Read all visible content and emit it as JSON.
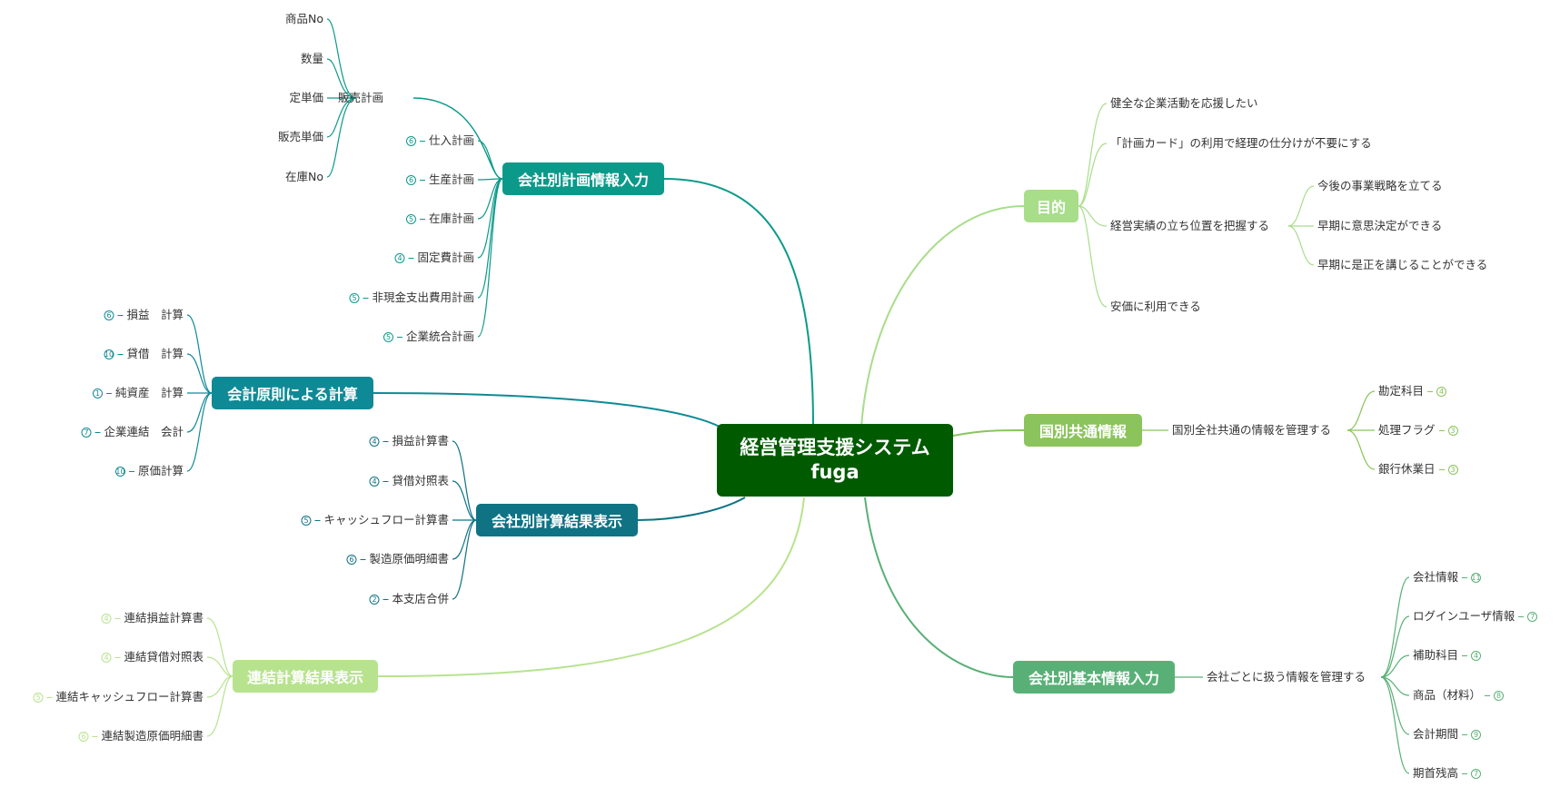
{
  "root": {
    "line1": "経営管理支援システム",
    "line2": "fuga"
  },
  "colors": {
    "root": "#005b00",
    "plan": "#0b9a8a",
    "accounting": "#0e8a96",
    "result": "#0f7384",
    "consolidated": "#b7e38e",
    "purpose": "#a8dd8a",
    "common": "#8bc45c",
    "basic": "#59b076"
  },
  "branches": {
    "plan": {
      "label": "会社別計画情報入力"
    },
    "accounting": {
      "label": "会計原則による計算"
    },
    "result": {
      "label": "会社別計算結果表示"
    },
    "consolidated": {
      "label": "連結計算結果表示"
    },
    "purpose": {
      "label": "目的"
    },
    "common": {
      "label": "国別共通情報"
    },
    "basic": {
      "label": "会社別基本情報入力"
    }
  },
  "plan_sales": {
    "label": "販売計画",
    "children": [
      "商品No",
      "数量",
      "定単価",
      "販売単価",
      "在庫No"
    ]
  },
  "plan_items": [
    {
      "label": "仕入計画",
      "badge": "6"
    },
    {
      "label": "生産計画",
      "badge": "6"
    },
    {
      "label": "在庫計画",
      "badge": "5"
    },
    {
      "label": "固定費計画",
      "badge": "4"
    },
    {
      "label": "非現金支出費用計画",
      "badge": "5"
    },
    {
      "label": "企業統合計画",
      "badge": "5"
    }
  ],
  "accounting_items": [
    {
      "label": "損益　計算",
      "badge": "6"
    },
    {
      "label": "貸借　計算",
      "badge": "10"
    },
    {
      "label": "純資産　計算",
      "badge": "1"
    },
    {
      "label": "企業連結　会計",
      "badge": "7"
    },
    {
      "label": "原価計算",
      "badge": "10"
    }
  ],
  "result_items": [
    {
      "label": "損益計算書",
      "badge": "4"
    },
    {
      "label": "貸借対照表",
      "badge": "4"
    },
    {
      "label": "キャッシュフロー計算書",
      "badge": "5"
    },
    {
      "label": "製造原価明細書",
      "badge": "6"
    },
    {
      "label": "本支店合併",
      "badge": "2"
    }
  ],
  "consolidated_items": [
    {
      "label": "連結損益計算書",
      "badge": "4"
    },
    {
      "label": "連結貸借対照表",
      "badge": "4"
    },
    {
      "label": "連結キャッシュフロー計算書",
      "badge": "5"
    },
    {
      "label": "連結製造原価明細書",
      "badge": "6"
    }
  ],
  "purpose_items": [
    {
      "label": "健全な企業活動を応援したい"
    },
    {
      "label": "「計画カード」の利用で経理の仕分けが不要にする"
    },
    {
      "label": "経営実績の立ち位置を把握する"
    },
    {
      "label": "安価に利用できる"
    }
  ],
  "purpose_sub": [
    "今後の事業戦略を立てる",
    "早期に意思決定ができる",
    "早期に是正を講じることができる"
  ],
  "common_mid": {
    "label": "国別全社共通の情報を管理する"
  },
  "common_items": [
    {
      "label": "勘定科目",
      "badge": "4"
    },
    {
      "label": "処理フラグ",
      "badge": "3"
    },
    {
      "label": "銀行休業日",
      "badge": "3"
    }
  ],
  "basic_mid": {
    "label": "会社ごとに扱う情報を管理する"
  },
  "basic_items": [
    {
      "label": "会社情報",
      "badge": "11"
    },
    {
      "label": "ログインユーザ情報",
      "badge": "7"
    },
    {
      "label": "補助科目",
      "badge": "4"
    },
    {
      "label": "商品（材料）",
      "badge": "8"
    },
    {
      "label": "会計期間",
      "badge": "9"
    },
    {
      "label": "期首残高",
      "badge": "7"
    }
  ]
}
